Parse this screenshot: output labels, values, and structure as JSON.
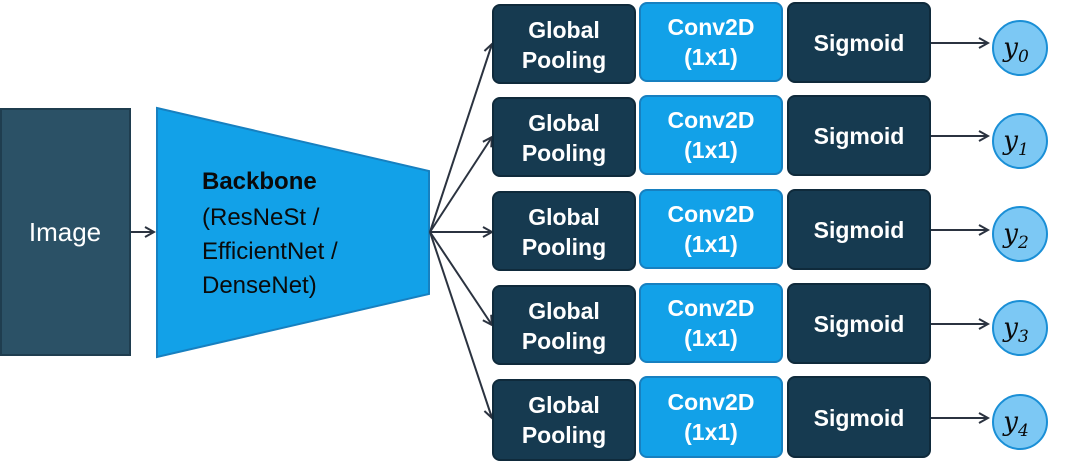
{
  "input": {
    "label": "Image"
  },
  "backbone": {
    "title": "Backbone",
    "lines": [
      "(ResNeSt /",
      "EfficientNet /",
      "DenseNet)"
    ]
  },
  "heads": [
    {
      "pool": [
        "Global",
        "Pooling"
      ],
      "conv": [
        "Conv2D",
        "(1x1)"
      ],
      "act": "Sigmoid",
      "output": {
        "base": "y",
        "sub": "0"
      }
    },
    {
      "pool": [
        "Global",
        "Pooling"
      ],
      "conv": [
        "Conv2D",
        "(1x1)"
      ],
      "act": "Sigmoid",
      "output": {
        "base": "y",
        "sub": "1"
      }
    },
    {
      "pool": [
        "Global",
        "Pooling"
      ],
      "conv": [
        "Conv2D",
        "(1x1)"
      ],
      "act": "Sigmoid",
      "output": {
        "base": "y",
        "sub": "2"
      }
    },
    {
      "pool": [
        "Global",
        "Pooling"
      ],
      "conv": [
        "Conv2D",
        "(1x1)"
      ],
      "act": "Sigmoid",
      "output": {
        "base": "y",
        "sub": "3"
      }
    },
    {
      "pool": [
        "Global",
        "Pooling"
      ],
      "conv": [
        "Conv2D",
        "(1x1)"
      ],
      "act": "Sigmoid",
      "output": {
        "base": "y",
        "sub": "4"
      }
    }
  ],
  "colors": {
    "dark_box": "#163a50",
    "dark_box_border": "#0f2a3b",
    "image_box": "#2b5166",
    "bright_blue": "#12a1e8",
    "bright_border": "#1780c0",
    "output_fill": "#7cc8f4",
    "output_border": "#1a8fd6",
    "arrow": "#2b3340"
  }
}
